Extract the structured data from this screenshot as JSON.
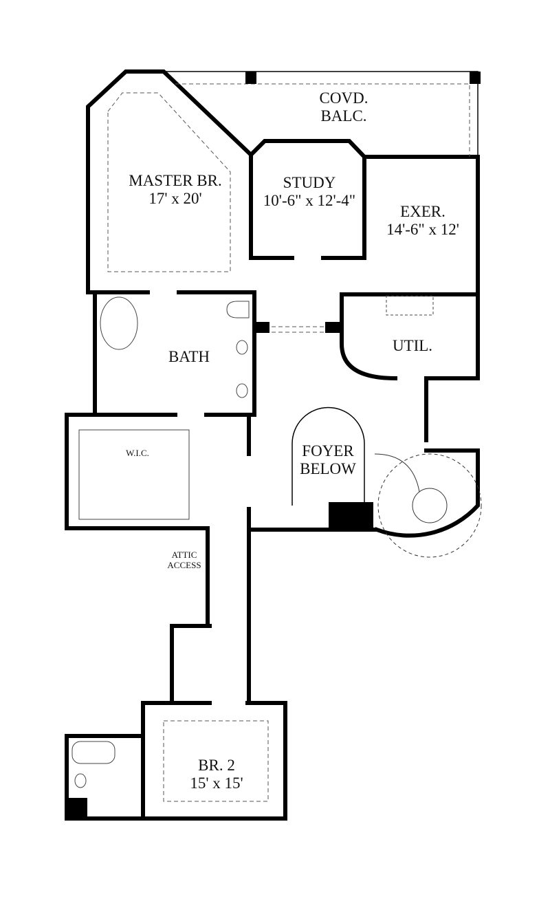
{
  "plan": {
    "type": "second floor plan",
    "rooms": [
      {
        "id": "covd-balc",
        "name": "COVD.",
        "name2": "BALC.",
        "dims": ""
      },
      {
        "id": "master-br",
        "name": "MASTER BR.",
        "dims": "17' x 20'"
      },
      {
        "id": "study",
        "name": "STUDY",
        "dims": "10'-6\" x 12'-4\""
      },
      {
        "id": "exer",
        "name": "EXER.",
        "dims": "14'-6\" x 12'"
      },
      {
        "id": "bath",
        "name": "BATH",
        "dims": ""
      },
      {
        "id": "util",
        "name": "UTIL.",
        "dims": ""
      },
      {
        "id": "wic",
        "name": "W.I.C.",
        "dims": ""
      },
      {
        "id": "foyer-below",
        "name": "FOYER",
        "name2": "BELOW",
        "dims": ""
      },
      {
        "id": "attic-access",
        "name": "ATTIC",
        "name2": "ACCESS",
        "dims": ""
      },
      {
        "id": "br2",
        "name": "BR. 2",
        "dims": "15' x 15'"
      }
    ],
    "colors": {
      "wall": "#000000",
      "fixture": "#444444",
      "background": "#ffffff"
    }
  }
}
